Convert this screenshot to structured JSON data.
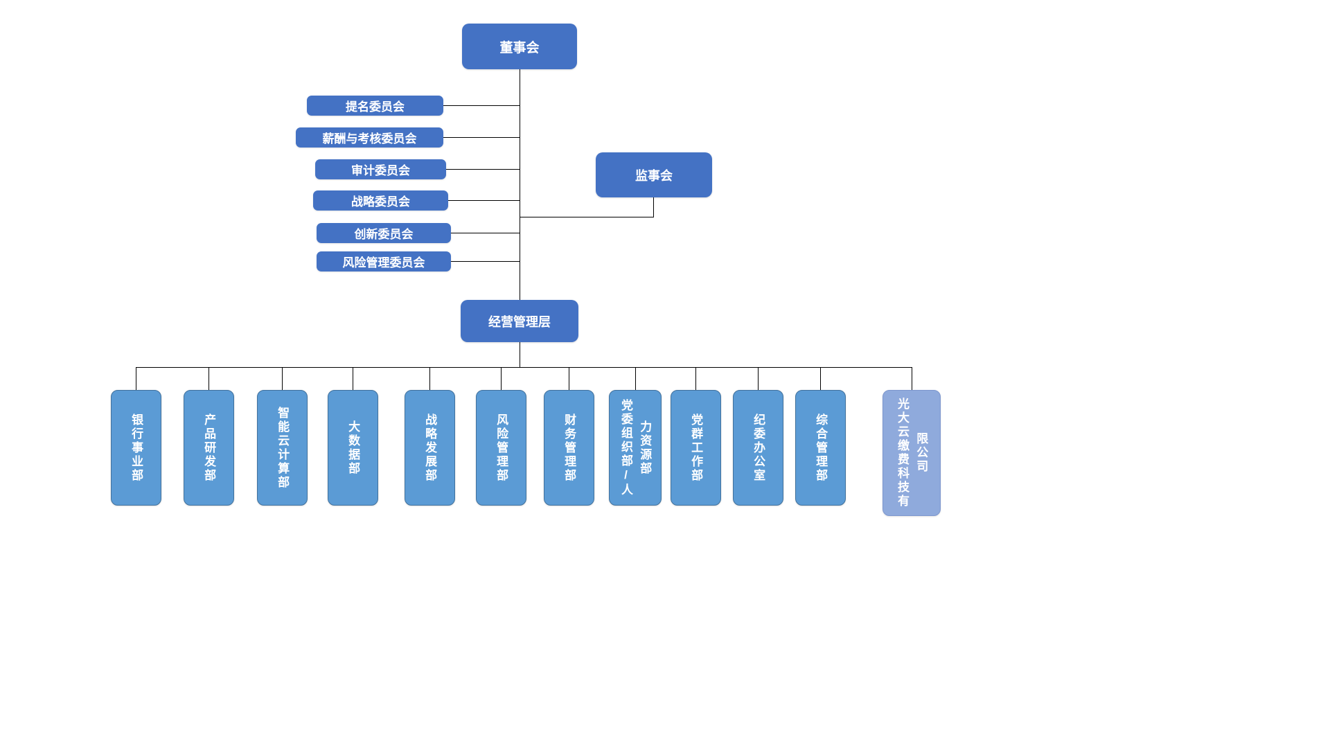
{
  "org": {
    "root": {
      "label": "董事会"
    },
    "committees": [
      {
        "label": "提名委员会"
      },
      {
        "label": "薪酬与考核委员会"
      },
      {
        "label": "审计委员会"
      },
      {
        "label": "战略委员会"
      },
      {
        "label": "创新委员会"
      },
      {
        "label": "风险管理委员会"
      }
    ],
    "supervisory": {
      "label": "监事会"
    },
    "management": {
      "label": "经营管理层"
    },
    "departments": [
      {
        "label": "银行事业部"
      },
      {
        "label": "产品研发部"
      },
      {
        "label": "智能云计算部"
      },
      {
        "label": "大数据部"
      },
      {
        "label": "战略发展部"
      },
      {
        "label": "风险管理部"
      },
      {
        "label": "财务管理部"
      },
      {
        "label": "党委组织部/人力资源部"
      },
      {
        "label": "党群工作部"
      },
      {
        "label": "纪委办公室"
      },
      {
        "label": "综合管理部"
      },
      {
        "label": "光大云缴费科技有限公司",
        "highlight": true
      }
    ],
    "colors": {
      "primary": "#4472C4",
      "department": "#5B9BD5",
      "subsidiary": "#8FAADC",
      "line": "#000000",
      "text": "#FFFFFF"
    }
  }
}
